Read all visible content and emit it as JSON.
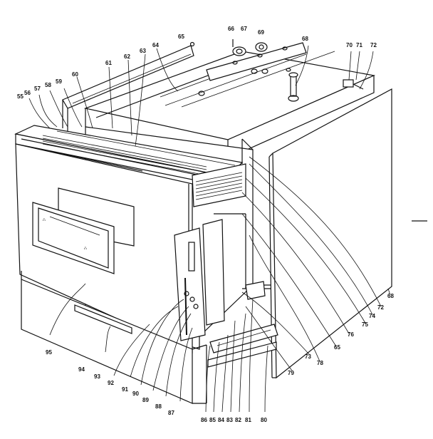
{
  "diagram": {
    "labels": [
      {
        "id": "l65",
        "text": "65"
      },
      {
        "id": "l66",
        "text": "66"
      },
      {
        "id": "l67",
        "text": "67"
      },
      {
        "id": "l68",
        "text": "68"
      },
      {
        "id": "l69",
        "text": "69"
      },
      {
        "id": "l70",
        "text": "70"
      },
      {
        "id": "l71",
        "text": "71"
      },
      {
        "id": "l72",
        "text": "72"
      },
      {
        "id": "l55",
        "text": "55"
      },
      {
        "id": "l56",
        "text": "56"
      },
      {
        "id": "l57",
        "text": "57"
      },
      {
        "id": "l58",
        "text": "58"
      },
      {
        "id": "l59",
        "text": "59"
      },
      {
        "id": "l60",
        "text": "60"
      },
      {
        "id": "l61",
        "text": "61"
      },
      {
        "id": "l62",
        "text": "62"
      },
      {
        "id": "l63",
        "text": "63"
      },
      {
        "id": "l64",
        "text": "64"
      },
      {
        "id": "r68",
        "text": "68"
      },
      {
        "id": "r72",
        "text": "72"
      },
      {
        "id": "r74",
        "text": "74"
      },
      {
        "id": "r75",
        "text": "75"
      },
      {
        "id": "r76",
        "text": "76"
      },
      {
        "id": "r65",
        "text": "65"
      },
      {
        "id": "r73",
        "text": "73"
      },
      {
        "id": "r78",
        "text": "78"
      },
      {
        "id": "r79",
        "text": "79"
      },
      {
        "id": "b95",
        "text": "95"
      },
      {
        "id": "b94",
        "text": "94"
      },
      {
        "id": "b93",
        "text": "93"
      },
      {
        "id": "b92",
        "text": "92"
      },
      {
        "id": "b91",
        "text": "91"
      },
      {
        "id": "b90",
        "text": "90"
      },
      {
        "id": "b89",
        "text": "89"
      },
      {
        "id": "b88",
        "text": "88"
      },
      {
        "id": "b87",
        "text": "87"
      },
      {
        "id": "b86",
        "text": "86"
      },
      {
        "id": "b85",
        "text": "85"
      },
      {
        "id": "b84",
        "text": "84"
      },
      {
        "id": "b83",
        "text": "83"
      },
      {
        "id": "b82",
        "text": "82"
      },
      {
        "id": "b81",
        "text": "81"
      },
      {
        "id": "b80",
        "text": "80"
      }
    ]
  }
}
